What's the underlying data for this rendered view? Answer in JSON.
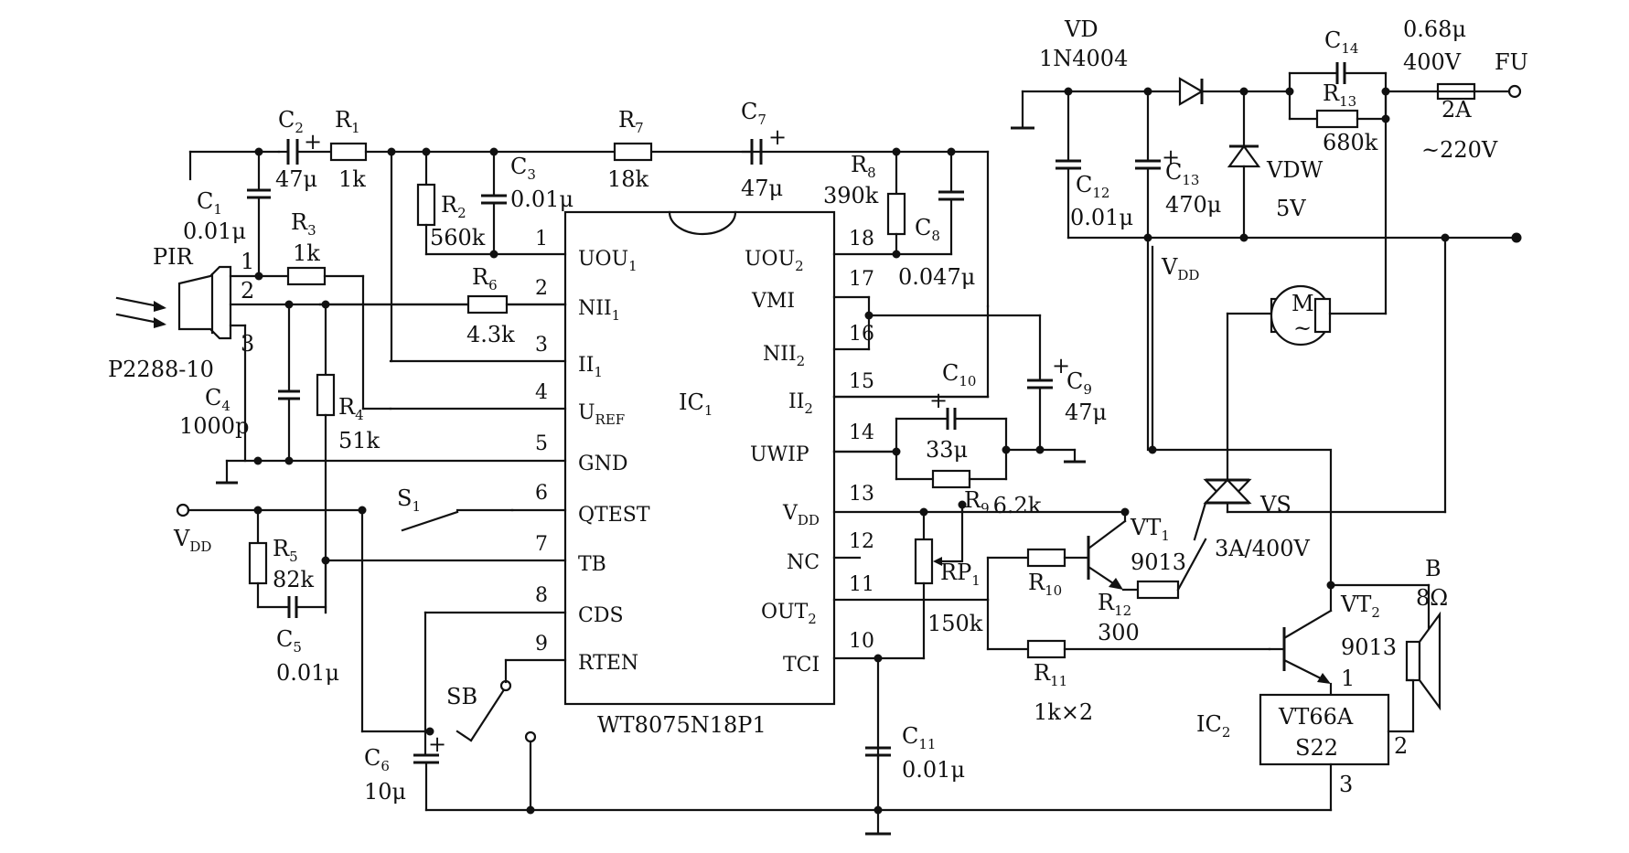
{
  "ic1": {
    "ref": "IC",
    "ref_sub": "1",
    "part": "WT8075N18P1",
    "pins_left": [
      {
        "num": "1",
        "name": "UOU",
        "sub": "1"
      },
      {
        "num": "2",
        "name": "NII",
        "sub": "1"
      },
      {
        "num": "3",
        "name": "II",
        "sub": "1"
      },
      {
        "num": "4",
        "name": "U",
        "sub": "REF"
      },
      {
        "num": "5",
        "name": "GND",
        "sub": ""
      },
      {
        "num": "6",
        "name": "QTEST",
        "sub": ""
      },
      {
        "num": "7",
        "name": "TB",
        "sub": ""
      },
      {
        "num": "8",
        "name": "CDS",
        "sub": ""
      },
      {
        "num": "9",
        "name": "RTEN",
        "sub": ""
      }
    ],
    "pins_right": [
      {
        "num": "18",
        "name": "UOU",
        "sub": "2"
      },
      {
        "num": "17",
        "name": "VMI",
        "sub": ""
      },
      {
        "num": "16",
        "name": "NII",
        "sub": "2"
      },
      {
        "num": "15",
        "name": "II",
        "sub": "2"
      },
      {
        "num": "14",
        "name": "UWIP",
        "sub": ""
      },
      {
        "num": "13",
        "name": "V",
        "sub": "DD"
      },
      {
        "num": "12",
        "name": "NC",
        "sub": ""
      },
      {
        "num": "11",
        "name": "OUT",
        "sub": "2"
      },
      {
        "num": "10",
        "name": "TCI",
        "sub": ""
      }
    ]
  },
  "components": {
    "pir": {
      "name": "PIR",
      "part": "P2288-10",
      "pin1": "1",
      "pin2": "2",
      "pin3": "3"
    },
    "c1": {
      "ref": "C",
      "sub": "1",
      "value": "0.01μ"
    },
    "c2": {
      "ref": "C",
      "sub": "2",
      "value": "47μ"
    },
    "r1": {
      "ref": "R",
      "sub": "1",
      "value": "1k"
    },
    "r3": {
      "ref": "R",
      "sub": "3",
      "value": "1k"
    },
    "r2": {
      "ref": "R",
      "sub": "2",
      "value": "560k"
    },
    "c3": {
      "ref": "C",
      "sub": "3",
      "value": "0.01μ"
    },
    "r6": {
      "ref": "R",
      "sub": "6",
      "value": "4.3k"
    },
    "c4": {
      "ref": "C",
      "sub": "4",
      "value": "1000p"
    },
    "r4": {
      "ref": "R",
      "sub": "4",
      "value": "51k"
    },
    "r5": {
      "ref": "R",
      "sub": "5",
      "value": "82k"
    },
    "c5": {
      "ref": "C",
      "sub": "5",
      "value": "0.01μ"
    },
    "s1": {
      "ref": "S",
      "sub": "1"
    },
    "sb": {
      "ref": "SB"
    },
    "c6": {
      "ref": "C",
      "sub": "6",
      "value": "10μ"
    },
    "r7": {
      "ref": "R",
      "sub": "7",
      "value": "18k"
    },
    "c7": {
      "ref": "C",
      "sub": "7",
      "value": "47μ"
    },
    "r8": {
      "ref": "R",
      "sub": "8",
      "value": "390k"
    },
    "c8": {
      "ref": "C",
      "sub": "8",
      "value": "0.047μ"
    },
    "c9": {
      "ref": "C",
      "sub": "9",
      "value": "47μ"
    },
    "c10": {
      "ref": "C",
      "sub": "10"
    },
    "c_uwip": {
      "value": "33μ"
    },
    "r9": {
      "ref": "R",
      "sub": "9",
      "value": "6.2k"
    },
    "rp1": {
      "ref": "RP",
      "sub": "1",
      "value": "150k"
    },
    "c11": {
      "ref": "C",
      "sub": "11",
      "value": "0.01μ"
    },
    "r10": {
      "ref": "R",
      "sub": "10"
    },
    "r11": {
      "ref": "R",
      "sub": "11",
      "value": "1k×2"
    },
    "r12": {
      "ref": "R",
      "sub": "12",
      "value": "300"
    },
    "vt1": {
      "ref": "VT",
      "sub": "1",
      "part": "9013"
    },
    "vt2": {
      "ref": "VT",
      "sub": "2",
      "part": "9013"
    },
    "ic2": {
      "ref": "IC",
      "sub": "2",
      "part1": "VT66A",
      "part2": "S22",
      "pin1": "1",
      "pin2": "2",
      "pin3": "3"
    },
    "speaker": {
      "ref": "B",
      "value": "8Ω"
    },
    "vs": {
      "ref": "VS",
      "rating": "3A/400V"
    },
    "motor": {
      "ref": "M",
      "sym": "~"
    },
    "vd": {
      "ref": "VD",
      "part": "1N4004"
    },
    "vdw": {
      "ref": "VDW",
      "value": "5V"
    },
    "c12": {
      "ref": "C",
      "sub": "12",
      "value": "0.01μ"
    },
    "c13": {
      "ref": "C",
      "sub": "13",
      "value": "470μ"
    },
    "c14": {
      "ref": "C",
      "sub": "14",
      "value": "0.68μ",
      "rating": "400V"
    },
    "r13": {
      "ref": "R",
      "sub": "13",
      "value": "680k"
    },
    "fu": {
      "ref": "FU",
      "value": "2A"
    }
  },
  "nets": {
    "vdd": {
      "name": "V",
      "sub": "DD"
    },
    "vdd_rail": {
      "name": "V",
      "sub": "DD"
    },
    "mains": "~220V"
  }
}
